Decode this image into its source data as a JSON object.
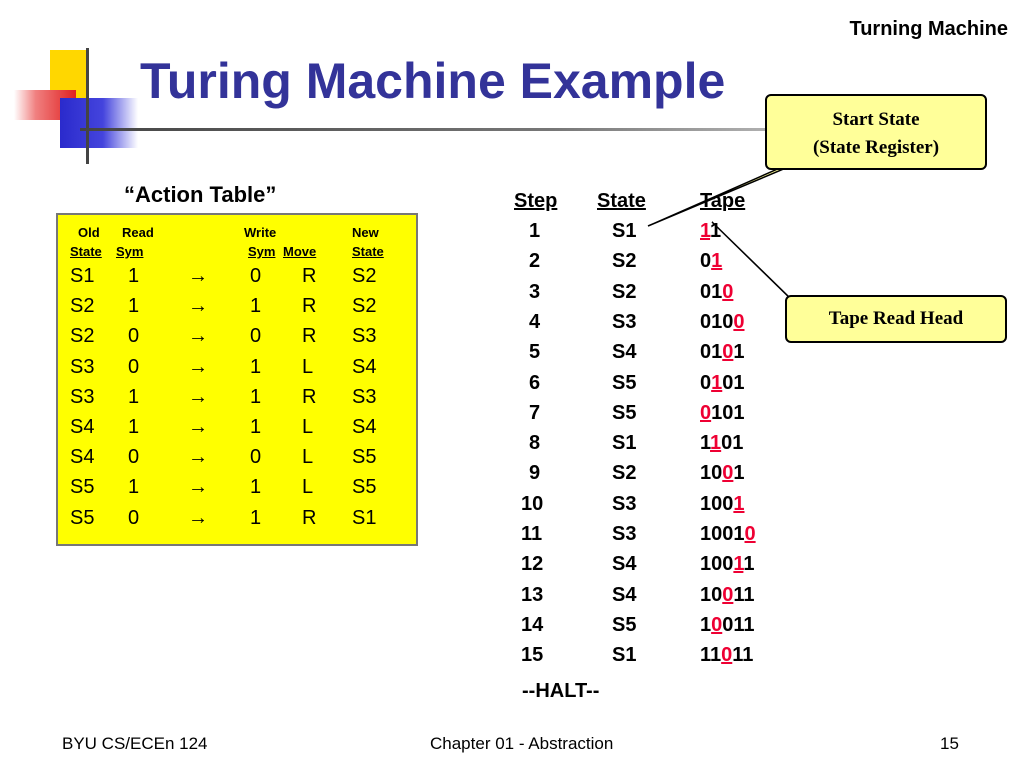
{
  "header": {
    "corner_label": "Turning Machine",
    "title": "Turing Machine Example"
  },
  "action_table": {
    "caption": "“Action Table”",
    "headers": {
      "old": "Old",
      "read": "Read",
      "write": "Write",
      "new": "New",
      "state": "State",
      "sym": "Sym",
      "wsym": "Sym",
      "move": "Move",
      "new_state": "State"
    },
    "arrow": "→",
    "rows": [
      [
        "S1",
        "1",
        "0",
        "R",
        "S2"
      ],
      [
        "S2",
        "1",
        "1",
        "R",
        "S2"
      ],
      [
        "S2",
        "0",
        "0",
        "R",
        "S3"
      ],
      [
        "S3",
        "0",
        "1",
        "L",
        "S4"
      ],
      [
        "S3",
        "1",
        "1",
        "R",
        "S3"
      ],
      [
        "S4",
        "1",
        "1",
        "L",
        "S4"
      ],
      [
        "S4",
        "0",
        "0",
        "L",
        "S5"
      ],
      [
        "S5",
        "1",
        "1",
        "L",
        "S5"
      ],
      [
        "S5",
        "0",
        "1",
        "R",
        "S1"
      ]
    ]
  },
  "trace": {
    "headers": {
      "step": "Step",
      "state": "State",
      "tape": "Tape"
    },
    "rows": [
      {
        "step": "1",
        "state": "S1",
        "pre": "",
        "head": "1",
        "post": "1"
      },
      {
        "step": "2",
        "state": "S2",
        "pre": "0",
        "head": "1",
        "post": ""
      },
      {
        "step": "3",
        "state": "S2",
        "pre": "01",
        "head": "0",
        "post": ""
      },
      {
        "step": "4",
        "state": "S3",
        "pre": "010",
        "head": "0",
        "post": ""
      },
      {
        "step": "5",
        "state": "S4",
        "pre": "01",
        "head": "0",
        "post": "1"
      },
      {
        "step": "6",
        "state": "S5",
        "pre": "0",
        "head": "1",
        "post": "01"
      },
      {
        "step": "7",
        "state": "S5",
        "pre": "",
        "head": "0",
        "post": "101"
      },
      {
        "step": "8",
        "state": "S1",
        "pre": "1",
        "head": "1",
        "post": "01"
      },
      {
        "step": "9",
        "state": "S2",
        "pre": "10",
        "head": "0",
        "post": "1"
      },
      {
        "step": "10",
        "state": "S3",
        "pre": "100",
        "head": "1",
        "post": ""
      },
      {
        "step": "11",
        "state": "S3",
        "pre": "1001",
        "head": "0",
        "post": ""
      },
      {
        "step": "12",
        "state": "S4",
        "pre": "100",
        "head": "1",
        "post": "1"
      },
      {
        "step": "13",
        "state": "S4",
        "pre": "10",
        "head": "0",
        "post": "11"
      },
      {
        "step": "14",
        "state": "S5",
        "pre": "1",
        "head": "0",
        "post": "011"
      },
      {
        "step": "15",
        "state": "S1",
        "pre": "11",
        "head": "0",
        "post": "11"
      }
    ],
    "halt": "--HALT--"
  },
  "callouts": {
    "start_state_line1": "Start State",
    "start_state_line2": "(State Register)",
    "tape_head": "Tape Read Head"
  },
  "footer": {
    "left": "BYU CS/ECEn 124",
    "center": "Chapter 01 - Abstraction",
    "page": "15"
  }
}
